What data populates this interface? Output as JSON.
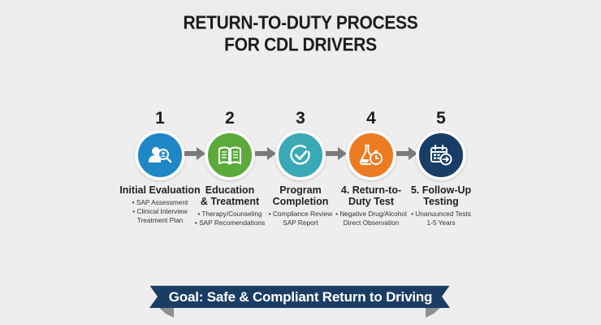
{
  "title": {
    "line1": "RETURN-TO-DUTY PROCESS",
    "line2": "FOR CDL DRIVERS"
  },
  "steps": [
    {
      "number": "1",
      "title": "Initial Evaluation",
      "icon": "person-search-icon",
      "color": "#1f87c6",
      "bullets": [
        "• SAP Assessment",
        "• Clinical Interview",
        "Treatment Plan"
      ]
    },
    {
      "number": "2",
      "title": "Education\n& Treatment",
      "icon": "open-book-icon",
      "color": "#5aab3c",
      "bullets": [
        "• Therapy/Counseling",
        "• SAP Recomendations"
      ]
    },
    {
      "number": "3",
      "title": "Program\nCompletion",
      "icon": "check-circle-icon",
      "color": "#3aa9b6",
      "bullets": [
        "• Compliance Review",
        "SAP Report"
      ]
    },
    {
      "number": "4",
      "title": "4. Return-to-\nDuty Test",
      "icon": "flask-stopwatch-icon",
      "color": "#ec7b22",
      "bullets": [
        "• Negative Drug/Alcohol",
        "Direct Observation"
      ]
    },
    {
      "number": "5",
      "title": "5. Follow-Up\nTesting",
      "icon": "calendar-arrow-icon",
      "color": "#183e66",
      "bullets": [
        "• Unanuunced Tests",
        "1-5 Years"
      ]
    }
  ],
  "arrow_color": "#7a7a7a",
  "goal_banner": {
    "text": "Goal: Safe & Compliant Return to Driving",
    "color": "#1b3d63"
  }
}
